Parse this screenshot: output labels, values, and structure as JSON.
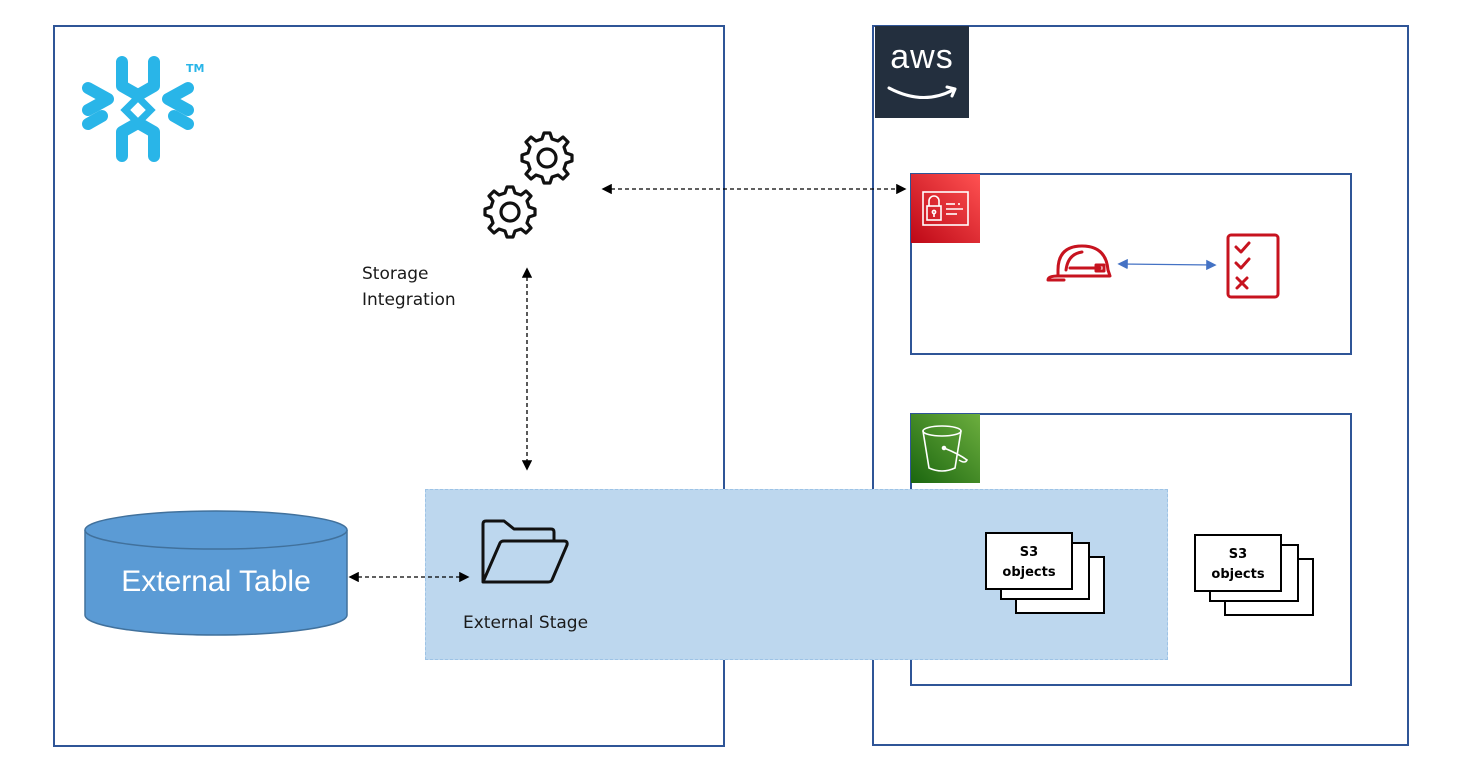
{
  "diagram": {
    "title": "Snowflake External Table on AWS S3",
    "colors": {
      "panel_border": "#2f5597",
      "snowflake_blue": "#29b5e8",
      "aws_dark": "#232f3e",
      "iam_red": "#c7131f",
      "s3_green": "#3f8624",
      "stage_fill": "#bdd7ee",
      "table_fill": "#5b9bd5",
      "iam_arrow": "#4472c4"
    },
    "snowflake_panel": {
      "logo": "snowflake-logo",
      "trademark": "TM",
      "storage_integration": {
        "icon": "gears-icon",
        "label_line1": "Storage",
        "label_line2": "Integration"
      },
      "external_table": {
        "icon": "database-cylinder",
        "label": "External Table"
      },
      "external_stage": {
        "icon": "folder-open-icon",
        "label": "External Stage"
      }
    },
    "aws_panel": {
      "logo_text": "aws",
      "iam_box": {
        "badge_icon": "iam-id-card-lock-icon",
        "role_icon": "hard-hat-role-icon",
        "policy_icon": "policy-checklist-icon"
      },
      "s3_box": {
        "badge_icon": "s3-bucket-icon",
        "objects": [
          {
            "line1": "S3",
            "line2": "objects"
          },
          {
            "line1": "S3",
            "line2": "objects"
          }
        ]
      }
    },
    "connections": [
      {
        "from": "Storage Integration",
        "to": "IAM",
        "style": "dashed",
        "direction": "both"
      },
      {
        "from": "Storage Integration",
        "to": "External Stage",
        "style": "dashed",
        "direction": "both"
      },
      {
        "from": "External Table",
        "to": "External Stage",
        "style": "dashed",
        "direction": "both"
      },
      {
        "from": "IAM Role",
        "to": "IAM Policy",
        "style": "solid",
        "direction": "both"
      }
    ]
  }
}
